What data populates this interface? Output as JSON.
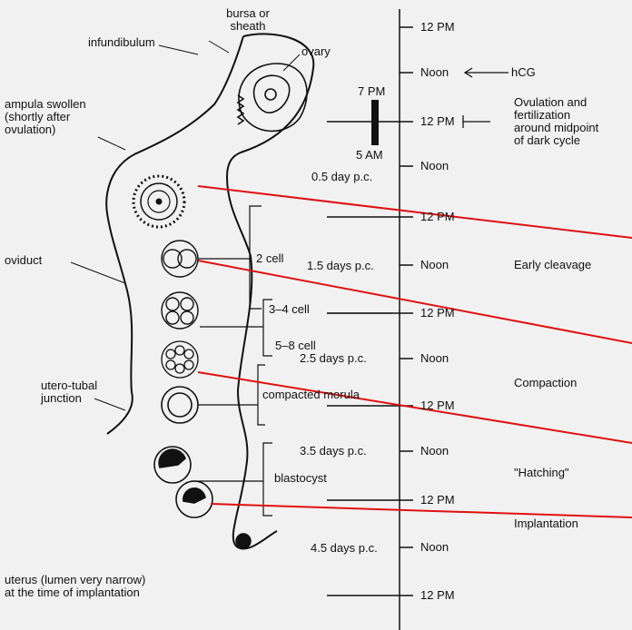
{
  "anatomy": {
    "bursa": "bursa or\nsheath",
    "infundibulum": "infundibulum",
    "ovary": "ovary",
    "ampulla": "ampula swollen\n(shortly after\novulation)",
    "oviduct": "oviduct",
    "utero_tubal": "utero-tubal\njunction",
    "uterus": "uterus (lumen very narrow)\nat the time of implantation"
  },
  "stages": {
    "two_cell": "2 cell",
    "three_four_cell": "3–4 cell",
    "five_eight_cell": "5–8 cell",
    "compacted_morula": "compacted morula",
    "blastocyst": "blastocyst"
  },
  "light_cycle": {
    "start": "7 PM",
    "end": "5 AM"
  },
  "days_pc": [
    "0.5 day p.c.",
    "1.5 days p.c.",
    "2.5 days p.c.",
    "3.5 days p.c.",
    "4.5 days p.c."
  ],
  "timeline": [
    "12 PM",
    "Noon",
    "12 PM",
    "Noon",
    "12 PM",
    "Noon",
    "12 PM",
    "Noon",
    "12 PM",
    "Noon",
    "12 PM",
    "Noon",
    "12 PM"
  ],
  "hcg": "hCG",
  "events": {
    "ovulation": "Ovulation and\nfertilization\naround midpoint\nof dark cycle",
    "early_cleavage": "Early cleavage",
    "compaction": "Compaction",
    "hatching": "\"Hatching\"",
    "implantation": "Implantation"
  },
  "colors": {
    "pointer": "#e01010",
    "ink": "#111111",
    "background": "#f1f1f1"
  }
}
